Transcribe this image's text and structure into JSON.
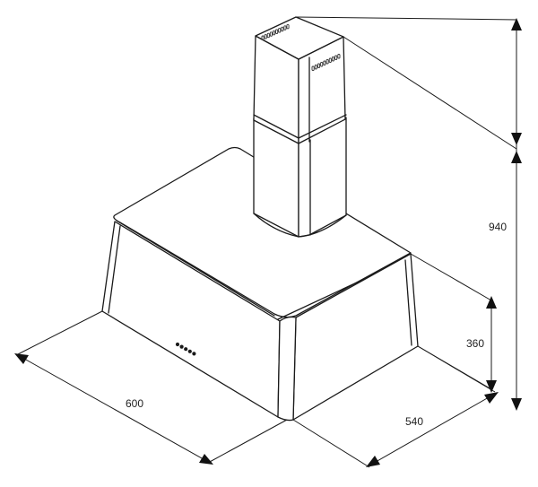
{
  "diagram": {
    "dimensions": {
      "overall_height": "940",
      "hood_height": "360",
      "width": "600",
      "depth": "540"
    },
    "control_panel": {
      "indicator_count": 5
    },
    "colors": {
      "line": "#1a1a1a",
      "background": "#ffffff"
    }
  }
}
